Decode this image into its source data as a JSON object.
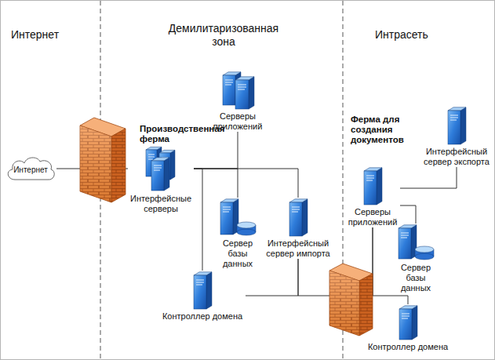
{
  "diagram": {
    "nodes": [
      {
        "text": [
          "Интернет"
        ]
      },
      {
        "text": [
          "Производственная ферма"
        ]
      },
      {
        "text": [
          "Серверы приложений"
        ],
        "in": 1
      },
      {
        "text": [
          "Интерфейсные серверы"
        ],
        "in": 1
      },
      {
        "text": [
          "Сервер базы данных"
        ],
        "in": 1
      },
      {
        "text": [
          "Интерфейсный сервер импорта"
        ],
        "in": 1
      },
      {
        "text": [
          "Контроллер домена"
        ]
      },
      {
        "text": [
          "Ферма для создания документов"
        ]
      },
      {
        "text": [
          "Интерфейсный сервер экспорта"
        ],
        "in": 7
      },
      {
        "text": [
          "Серверы приложений"
        ],
        "in": 7
      },
      {
        "text": [
          "Сервер базы данных"
        ],
        "in": 7
      },
      {
        "text": [
          "Контроллер домена"
        ]
      }
    ],
    "edges": [
      {
        "from": 0,
        "to": 3,
        "arrow": "none"
      },
      {
        "from": 3,
        "to": 2,
        "arrow": "none"
      },
      {
        "from": 3,
        "to": 4,
        "arrow": "none"
      },
      {
        "from": 3,
        "to": 5,
        "arrow": "none"
      },
      {
        "from": 3,
        "to": 6,
        "arrow": "none"
      },
      {
        "from": 6,
        "to": 5,
        "arrow": "none"
      },
      {
        "from": 5,
        "to": 9,
        "arrow": "none"
      },
      {
        "from": 9,
        "to": 8,
        "arrow": "none"
      },
      {
        "from": 9,
        "to": 10,
        "arrow": "none"
      },
      {
        "from": 9,
        "to": 11,
        "arrow": "none"
      }
    ],
    "labels": [
      "Интернет",
      "Демилитаризованная зона",
      "Интрасеть"
    ]
  }
}
